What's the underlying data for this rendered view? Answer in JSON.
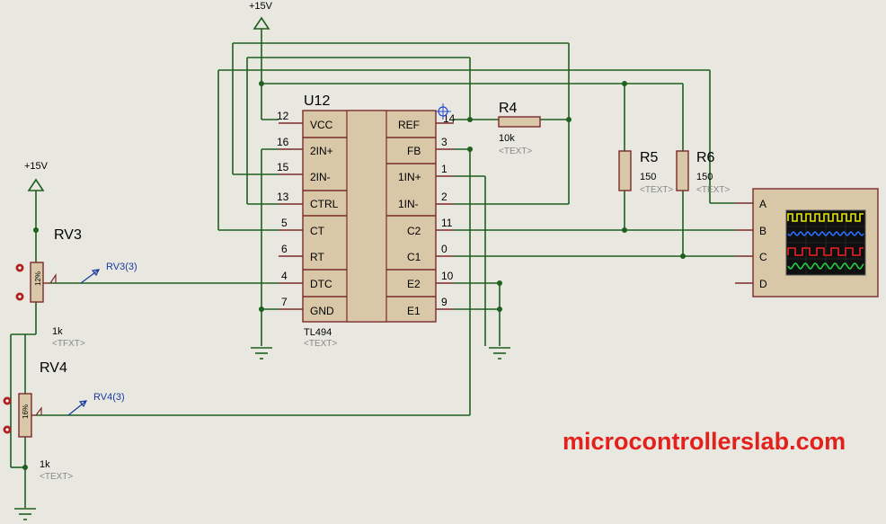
{
  "power": {
    "top_label": "+15V",
    "left_label": "+15V"
  },
  "ic": {
    "ref": "U12",
    "part": "TL494",
    "text_placeholder": "<TEXT>",
    "left_pins": [
      {
        "num": "12",
        "name": "VCC"
      },
      {
        "num": "16",
        "name": "2IN+"
      },
      {
        "num": "15",
        "name": "2IN-"
      },
      {
        "num": "13",
        "name": "CTRL"
      },
      {
        "num": "5",
        "name": "CT"
      },
      {
        "num": "6",
        "name": "RT"
      },
      {
        "num": "4",
        "name": "DTC"
      },
      {
        "num": "7",
        "name": "GND"
      }
    ],
    "right_pins": [
      {
        "num": "14",
        "name": "REF"
      },
      {
        "num": "3",
        "name": "FB"
      },
      {
        "num": "1",
        "name": "1IN+"
      },
      {
        "num": "2",
        "name": "1IN-"
      },
      {
        "num": "11",
        "name": "C2"
      },
      {
        "num": "0",
        "name": "C1"
      },
      {
        "num": "10",
        "name": "E2"
      },
      {
        "num": "9",
        "name": "E1"
      }
    ]
  },
  "r4": {
    "ref": "R4",
    "value": "10k",
    "text": "<TEXT>"
  },
  "r5": {
    "ref": "R5",
    "value": "150",
    "text": "<TEXT>"
  },
  "r6": {
    "ref": "R6",
    "value": "150",
    "text": "<TEXT>"
  },
  "rv3": {
    "ref": "RV3",
    "value": "1k",
    "text": "<TFXT>",
    "percent": "12%",
    "probe": "RV3(3)"
  },
  "rv4": {
    "ref": "RV4",
    "value": "1k",
    "text": "<TEXT>",
    "percent": "16%",
    "probe": "RV4(3)"
  },
  "scope": {
    "channels": [
      "A",
      "B",
      "C",
      "D"
    ],
    "trace_colors": [
      "#e8e800",
      "#2a6cff",
      "#e82020",
      "#20d040"
    ]
  },
  "watermark": "microcontrollerslab.com"
}
